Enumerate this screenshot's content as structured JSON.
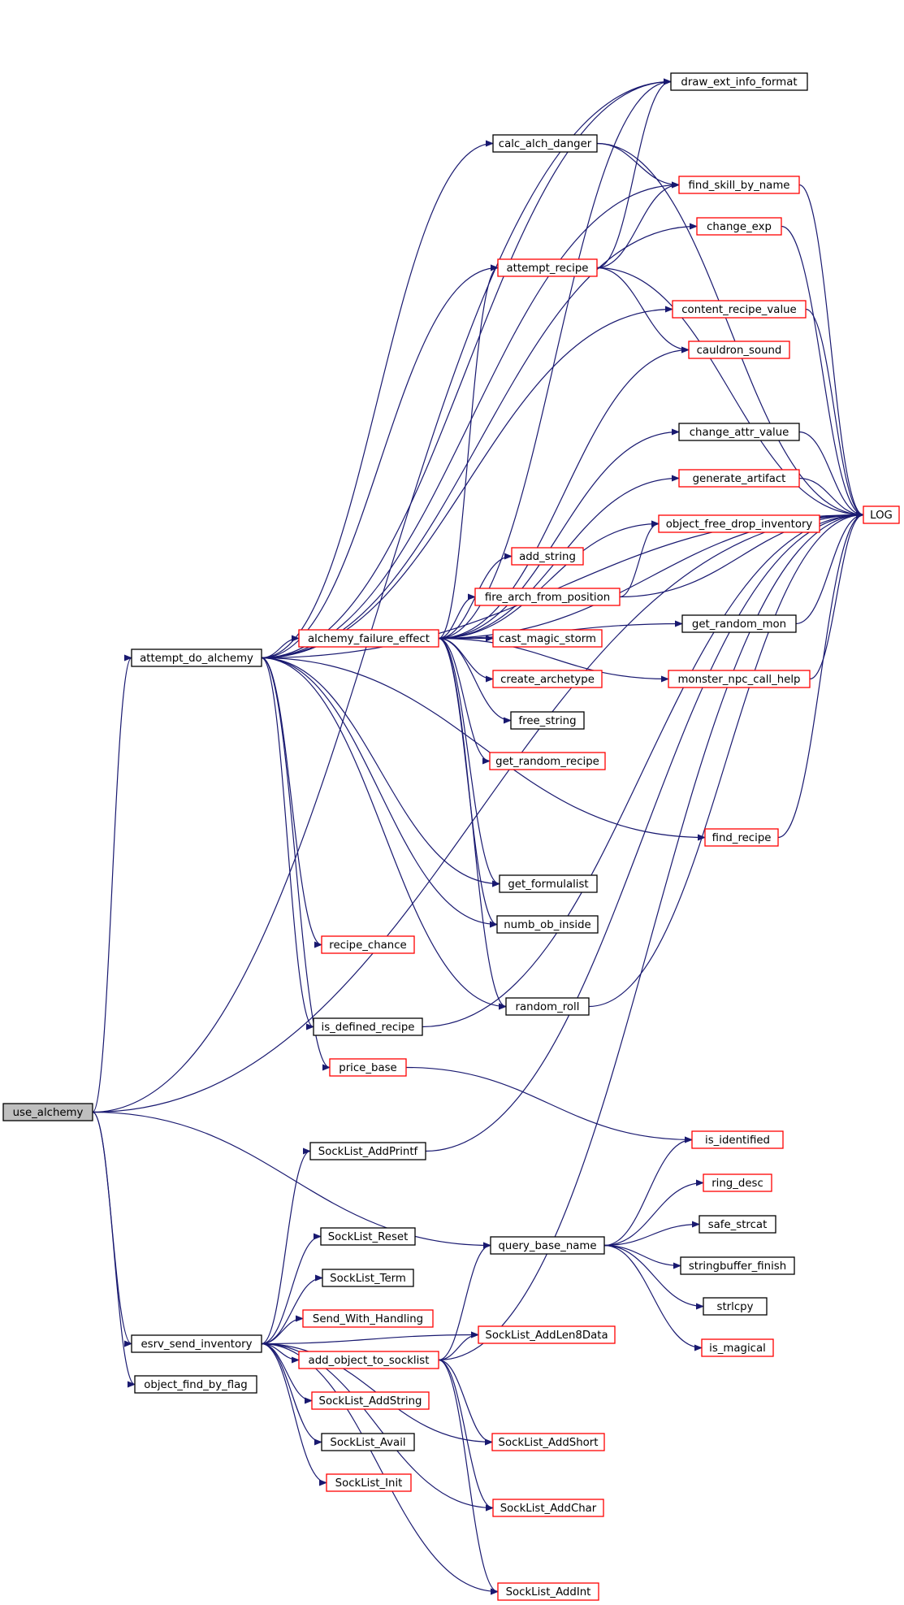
{
  "colors": {
    "edge": "#191970",
    "node_border_default": "#000000",
    "node_border_undocumented": "#ff0000",
    "node_fill_root": "#bfbfbf",
    "node_fill": "#ffffff"
  },
  "nodes": {
    "use_alchemy": "use_alchemy",
    "attempt_do_alchemy": "attempt_do_alchemy",
    "esrv_send_inventory": "esrv_send_inventory",
    "object_find_by_flag": "object_find_by_flag",
    "draw_ext_info_format": "draw_ext_info_format",
    "calc_alch_danger": "calc_alch_danger",
    "find_skill_by_name": "find_skill_by_name",
    "change_exp": "change_exp",
    "attempt_recipe": "attempt_recipe",
    "content_recipe_value": "content_recipe_value",
    "cauldron_sound": "cauldron_sound",
    "change_attr_value": "change_attr_value",
    "generate_artifact": "generate_artifact",
    "object_free_drop_inventory": "object_free_drop_inventory",
    "LOG": "LOG",
    "add_string": "add_string",
    "fire_arch_from_position": "fire_arch_from_position",
    "alchemy_failure_effect": "alchemy_failure_effect",
    "cast_magic_storm": "cast_magic_storm",
    "get_random_mon": "get_random_mon",
    "create_archetype": "create_archetype",
    "monster_npc_call_help": "monster_npc_call_help",
    "free_string": "free_string",
    "get_random_recipe": "get_random_recipe",
    "find_recipe": "find_recipe",
    "get_formulalist": "get_formulalist",
    "numb_ob_inside": "numb_ob_inside",
    "recipe_chance": "recipe_chance",
    "random_roll": "random_roll",
    "is_defined_recipe": "is_defined_recipe",
    "price_base": "price_base",
    "is_identified": "is_identified",
    "SockList_AddPrintf": "SockList_AddPrintf",
    "ring_desc": "ring_desc",
    "safe_strcat": "safe_strcat",
    "SockList_Reset": "SockList_Reset",
    "query_base_name": "query_base_name",
    "stringbuffer_finish": "stringbuffer_finish",
    "SockList_Term": "SockList_Term",
    "strlcpy": "strlcpy",
    "Send_With_Handling": "Send_With_Handling",
    "SockList_AddLen8Data": "SockList_AddLen8Data",
    "is_magical": "is_magical",
    "add_object_to_socklist": "add_object_to_socklist",
    "SockList_AddString": "SockList_AddString",
    "SockList_Avail": "SockList_Avail",
    "SockList_AddShort": "SockList_AddShort",
    "SockList_Init": "SockList_Init",
    "SockList_AddChar": "SockList_AddChar",
    "SockList_AddInt": "SockList_AddInt"
  }
}
